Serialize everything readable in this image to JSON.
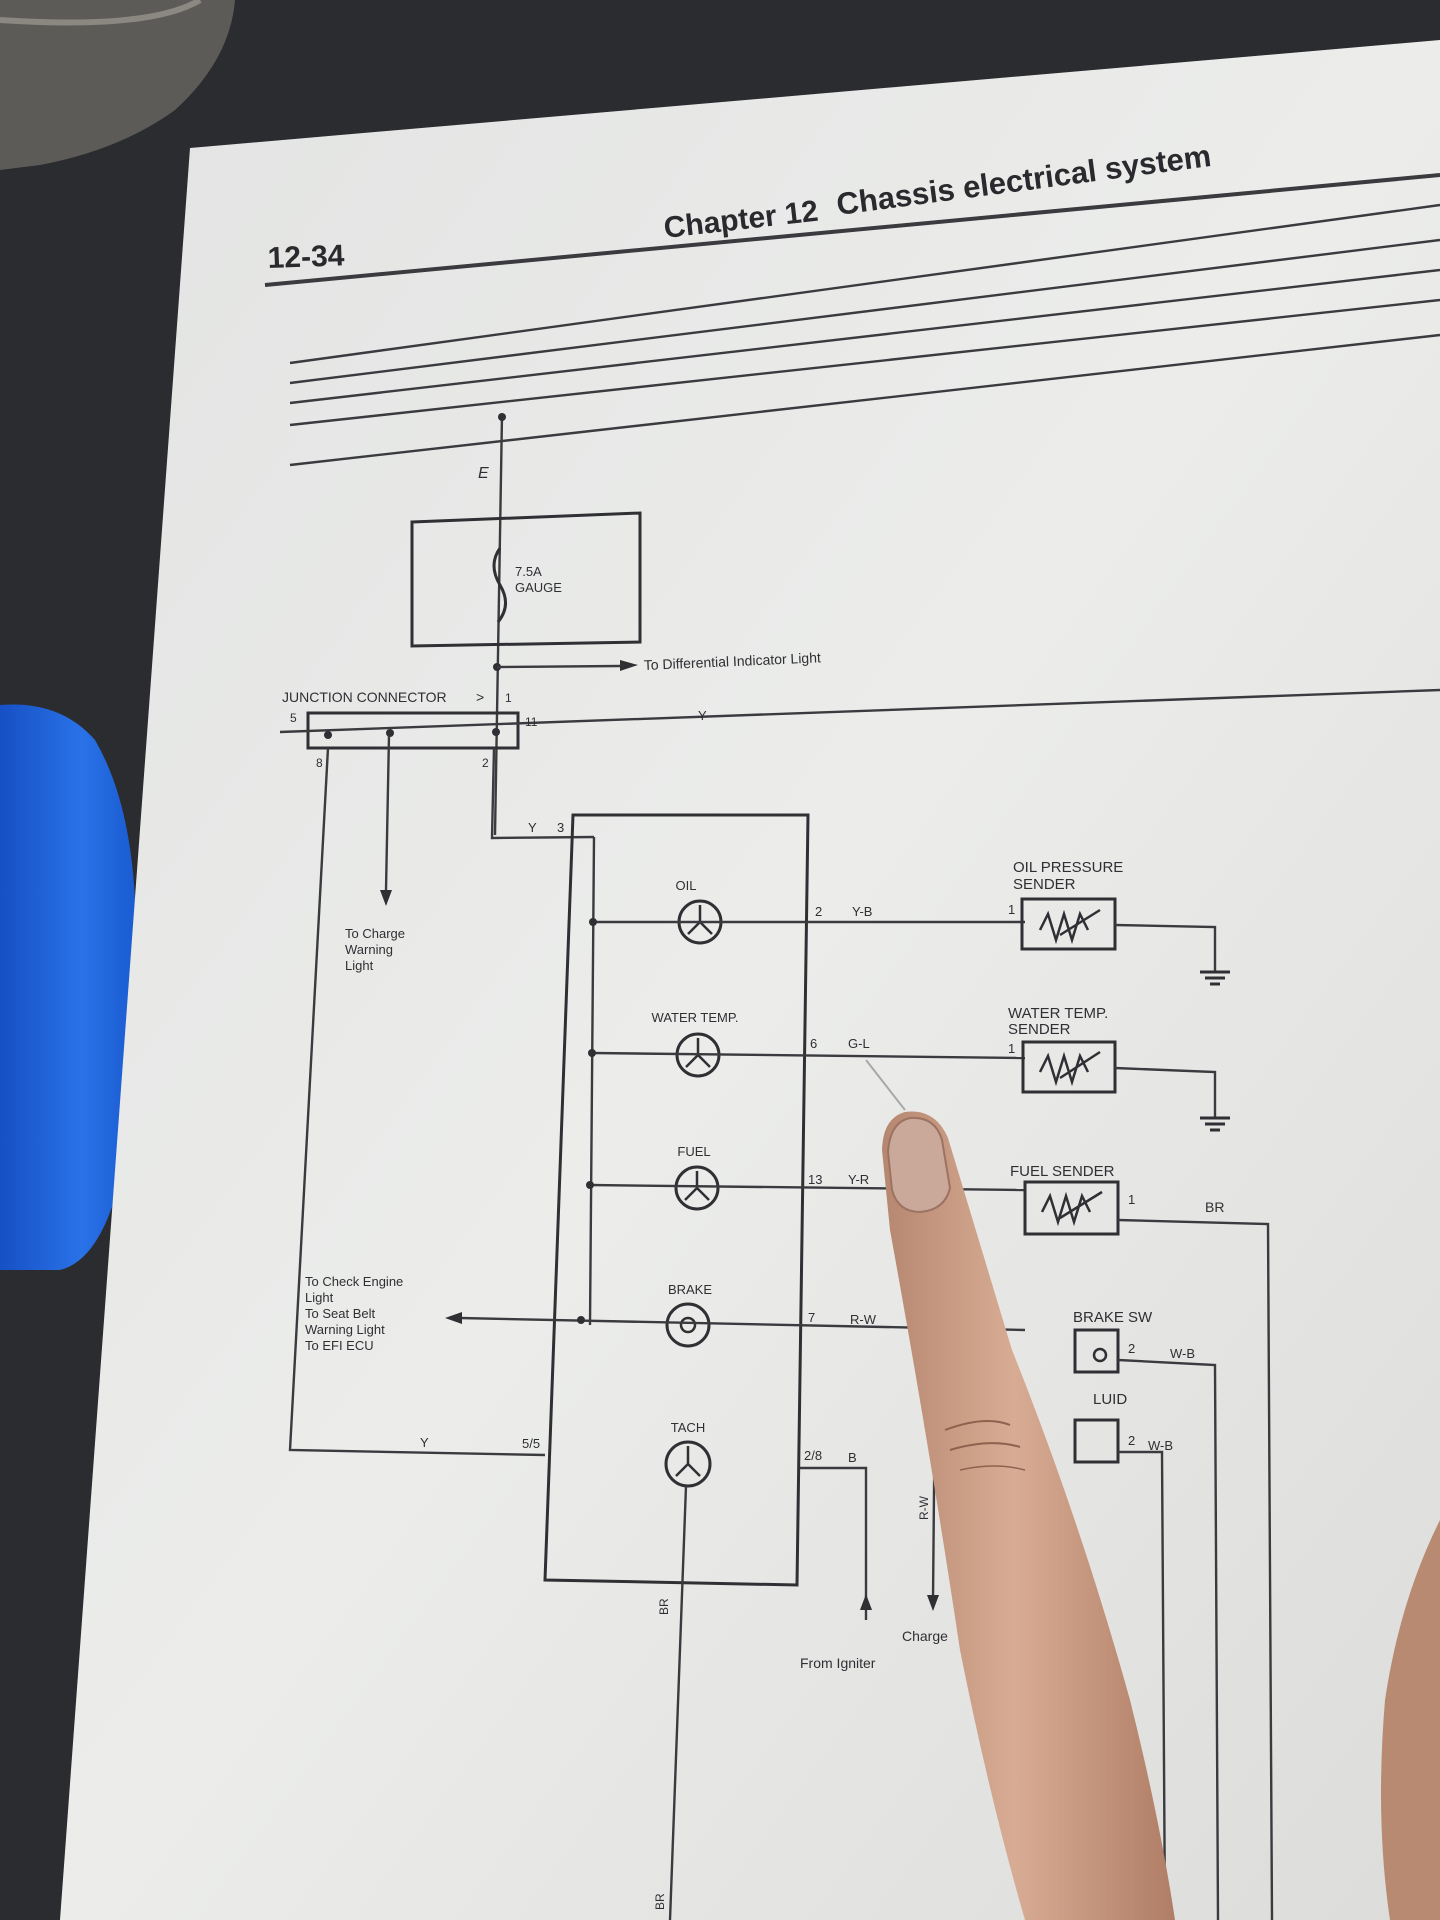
{
  "page": {
    "page_number": "12-34",
    "chapter": "Chapter 12",
    "chapter_title": "Chassis electrical system"
  },
  "wiring": {
    "e_label": "E",
    "fuse_rating": "7.5A",
    "fuse_name": "GAUGE",
    "diff_indicator": "To Differential Indicator Light",
    "junction_connector": "JUNCTION CONNECTOR",
    "jc_pin_1": "1",
    "jc_pin_11": "11",
    "jc_pin_5": "5",
    "jc_pin_8": "8",
    "jc_pin_2": "2",
    "wire_y_top": "Y",
    "wire_y_mid": "Y",
    "pin_3": "3",
    "charge_warning": [
      "To Charge",
      "Warning",
      "Light"
    ],
    "check_engine": [
      "To Check Engine",
      "Light",
      "To Seat Belt",
      "Warning Light",
      "To EFI ECU"
    ],
    "wire_y_bottom": "Y",
    "tach_in_pin": "5/5",
    "wire_br_mid": "BR",
    "wire_br_bottom": "BR",
    "from_igniter": "From Igniter",
    "charge_lower": "Charge",
    "wire_rw_vertical": "R-W"
  },
  "gauges": [
    {
      "name": "OIL",
      "pin": "2",
      "wire": "Y-B"
    },
    {
      "name": "WATER TEMP.",
      "pin": "6",
      "wire": "G-L"
    },
    {
      "name": "FUEL",
      "pin": "13",
      "wire": "Y-R"
    },
    {
      "name": "BRAKE",
      "pin": "7",
      "wire": "R-W"
    },
    {
      "name": "TACH",
      "pin": "2/8",
      "wire": "B"
    }
  ],
  "senders": {
    "oil": {
      "title_1": "OIL PRESSURE",
      "title_2": "SENDER",
      "pin": "1"
    },
    "water": {
      "title_1": "WATER TEMP.",
      "title_2": "SENDER",
      "pin": "1"
    },
    "fuel": {
      "title": "FUEL SENDER",
      "pin": "1",
      "wire": "BR"
    },
    "brake": {
      "title": "BRAKE SW",
      "pin": "2",
      "wire": "W-B"
    },
    "fluid": {
      "title": "LUID",
      "pin": "2",
      "wire": "W-B"
    }
  },
  "colors": {
    "paper": "#e7e8e6",
    "ink": "#2f2f34",
    "tape": "#1f63d6",
    "background": "#2b2c30",
    "skin": "#c99a80"
  }
}
